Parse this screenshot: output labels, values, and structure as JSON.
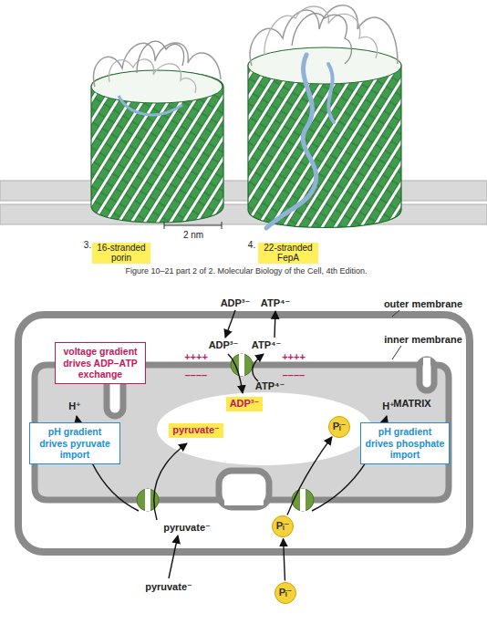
{
  "diagram": {
    "caption": "Figure 10–21 part 2 of 2. Molecular Biology of the Cell, 4th Edition.",
    "nodes": [
      {
        "text": [
          "voltage gradient drives ADP–ATP exchange"
        ]
      },
      {
        "text": [
          "ADP³⁻"
        ]
      },
      {
        "text": [
          "pyruvate⁻"
        ]
      },
      {
        "text": [
          "Pᵢ⁻"
        ]
      },
      {
        "text": [
          "pH gradient drives pyruvate import"
        ]
      },
      {
        "text": [
          "pH gradient drives phosphate import"
        ]
      },
      {
        "text": [
          "Pᵢ⁻"
        ]
      },
      {
        "text": [
          "Pᵢ⁻"
        ]
      }
    ],
    "edges": [
      {
        "from": 7,
        "to": 6,
        "arrow": "to"
      },
      {
        "from": 6,
        "to": 3,
        "arrow": "to"
      }
    ],
    "labels": [
      "3.",
      "16-stranded porin",
      "4.",
      "22-stranded FepA",
      "2 nm",
      "ADP³⁻",
      "ATP⁴⁻",
      "outer membrane",
      "inner membrane",
      "ADP³⁻",
      "ATP⁴⁻",
      "++++",
      "++++",
      "––––",
      "––––",
      "ATP⁴⁻",
      "MATRIX",
      "H⁺",
      "H⁺",
      "pyruvate⁻",
      "pyruvate⁻"
    ]
  }
}
